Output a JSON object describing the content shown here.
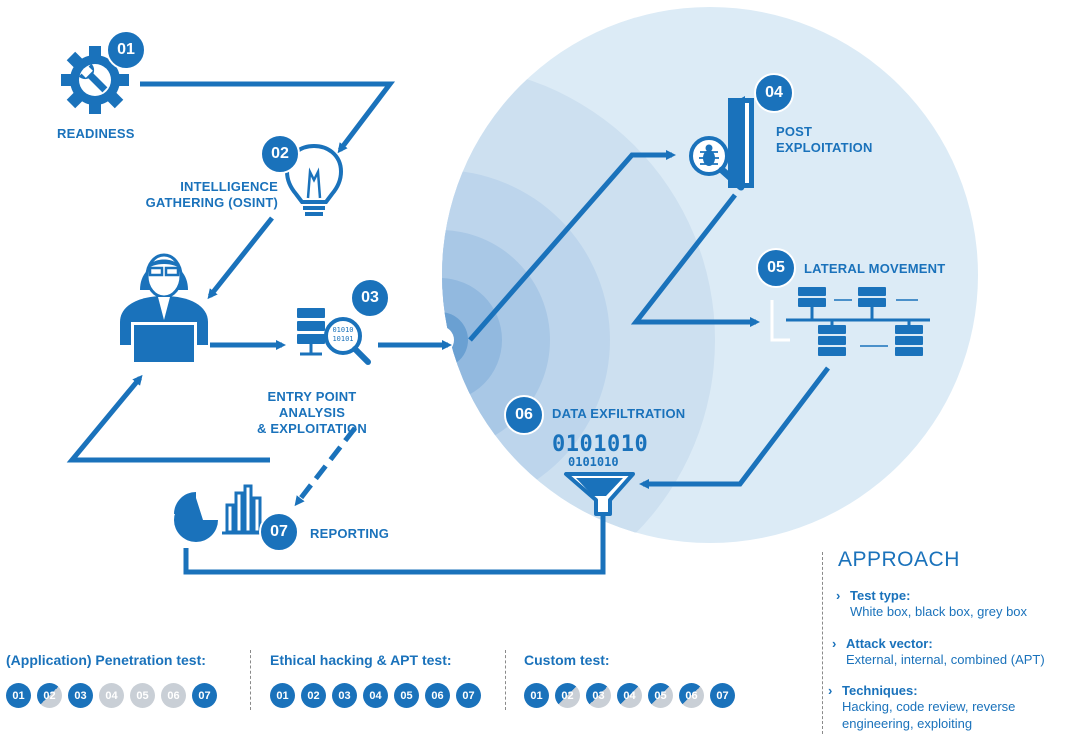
{
  "steps": [
    {
      "num": "01",
      "label": "READINESS"
    },
    {
      "num": "02",
      "label": "INTELLIGENCE GATHERING (OSINT)"
    },
    {
      "num": "03",
      "label": "ENTRY POINT ANALYSIS & EXPLOITATION"
    },
    {
      "num": "04",
      "label": "POST EXPLOITATION"
    },
    {
      "num": "05",
      "label": "LATERAL MOVEMENT"
    },
    {
      "num": "06",
      "label": "DATA EXFILTRATION"
    },
    {
      "num": "07",
      "label": "REPORTING"
    }
  ],
  "binary": {
    "large": "0101010",
    "small": "0101010"
  },
  "approach": {
    "title": "APPROACH",
    "items": [
      {
        "head": "Test type:",
        "value": "White box, black box, grey box"
      },
      {
        "head": "Attack vector:",
        "value": "External, internal, combined (APT)"
      },
      {
        "head": "Techniques:",
        "value": "Hacking, code review, reverse engineering, exploiting"
      }
    ]
  },
  "tests": [
    {
      "title": "(Application) Penetration test:",
      "badges": [
        {
          "n": "01",
          "state": "on"
        },
        {
          "n": "02",
          "state": "half"
        },
        {
          "n": "03",
          "state": "on"
        },
        {
          "n": "04",
          "state": "off"
        },
        {
          "n": "05",
          "state": "off"
        },
        {
          "n": "06",
          "state": "off"
        },
        {
          "n": "07",
          "state": "on"
        }
      ]
    },
    {
      "title": "Ethical hacking & APT test:",
      "badges": [
        {
          "n": "01",
          "state": "on"
        },
        {
          "n": "02",
          "state": "on"
        },
        {
          "n": "03",
          "state": "on"
        },
        {
          "n": "04",
          "state": "on"
        },
        {
          "n": "05",
          "state": "on"
        },
        {
          "n": "06",
          "state": "on"
        },
        {
          "n": "07",
          "state": "on"
        }
      ]
    },
    {
      "title": "Custom test:",
      "badges": [
        {
          "n": "01",
          "state": "on"
        },
        {
          "n": "02",
          "state": "half"
        },
        {
          "n": "03",
          "state": "half"
        },
        {
          "n": "04",
          "state": "half"
        },
        {
          "n": "05",
          "state": "half"
        },
        {
          "n": "06",
          "state": "half"
        },
        {
          "n": "07",
          "state": "on"
        }
      ]
    }
  ],
  "colors": {
    "primary": "#1a72bb",
    "light_circle": "#dcebf6",
    "inactive": "#c9cfd6"
  },
  "icons": [
    "gear-wrench-icon",
    "lightbulb-icon",
    "hacker-laptop-icon",
    "server-search-icon",
    "door-bug-icon",
    "network-servers-icon",
    "funnel-icon",
    "pie-chart-icon"
  ]
}
